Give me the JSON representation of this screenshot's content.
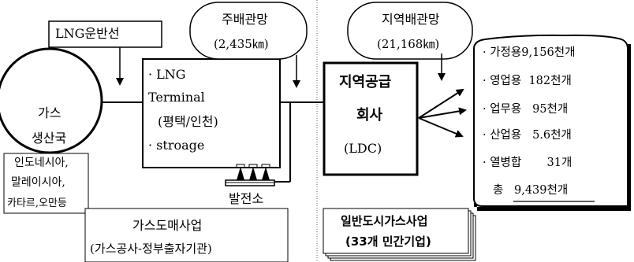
{
  "lng_carrier": "LNG운반선",
  "producer": {
    "line1": "가스",
    "line2": "생산국"
  },
  "producer_countries": {
    "line1": "인도네시아,",
    "line2": "말레이시아,",
    "line3": "카타르,오만등"
  },
  "main_pipeline": {
    "title": "주배관망",
    "length": "(2,435㎞)"
  },
  "terminal": {
    "line1": "· LNG",
    "line2": "Terminal",
    "line3": "(평택/인천)",
    "line4": "· stroage"
  },
  "power_plant": "발전소",
  "wholesale": {
    "line1": "가스도매사업",
    "line2": "(가스공사-정부출자기관)"
  },
  "regional_pipeline": {
    "title": "지역배관망",
    "length": "(21,168㎞)"
  },
  "ldc": {
    "line1": "지역공급",
    "line2": "회사",
    "line3": "(LDC)"
  },
  "city_gas": {
    "line1": "일반도시가스사업",
    "line2": "(33개 민간기업)"
  },
  "consumers": [
    {
      "label": "· 가정용9,156천개"
    },
    {
      "label": "· 영업용  182천개"
    },
    {
      "label": "· 업무용   95천개"
    },
    {
      "label": "· 산업용   5.6천개"
    },
    {
      "label": "· 열병합       31개"
    }
  ],
  "total": {
    "prefix": "총 ",
    "value": "9,439천개"
  }
}
